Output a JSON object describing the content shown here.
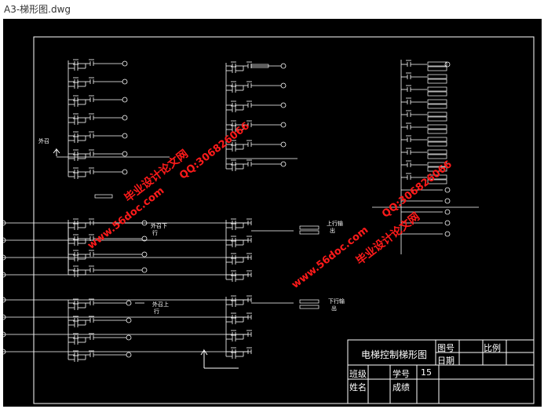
{
  "window": {
    "title": "A3-梯形图.dwg"
  },
  "labels": {
    "waizhao": "外召",
    "waizhao_xia": "外召下",
    "xing1": "行",
    "waizhao_shang": "外召上",
    "xing2": "行",
    "shangxing_shuchu": "上行输",
    "chu1": "出",
    "xiaxing_shuchu": "下行输",
    "chu2": "出"
  },
  "title_block": {
    "title": "电梯控制梯形图",
    "tuhao": "图号",
    "bili": "比例",
    "riqi": "日期",
    "banji": "班级",
    "xuehao": "学号",
    "xuehao_value": "15",
    "xingming": "姓名",
    "chengji": "成绩"
  },
  "watermarks": {
    "site": "www.56doc.com",
    "qq": "QQ:306826066",
    "name": "毕业设计论文网"
  },
  "colors": {
    "background": "#000000",
    "line": "#ffffff",
    "watermark": "#ff1a1a"
  }
}
